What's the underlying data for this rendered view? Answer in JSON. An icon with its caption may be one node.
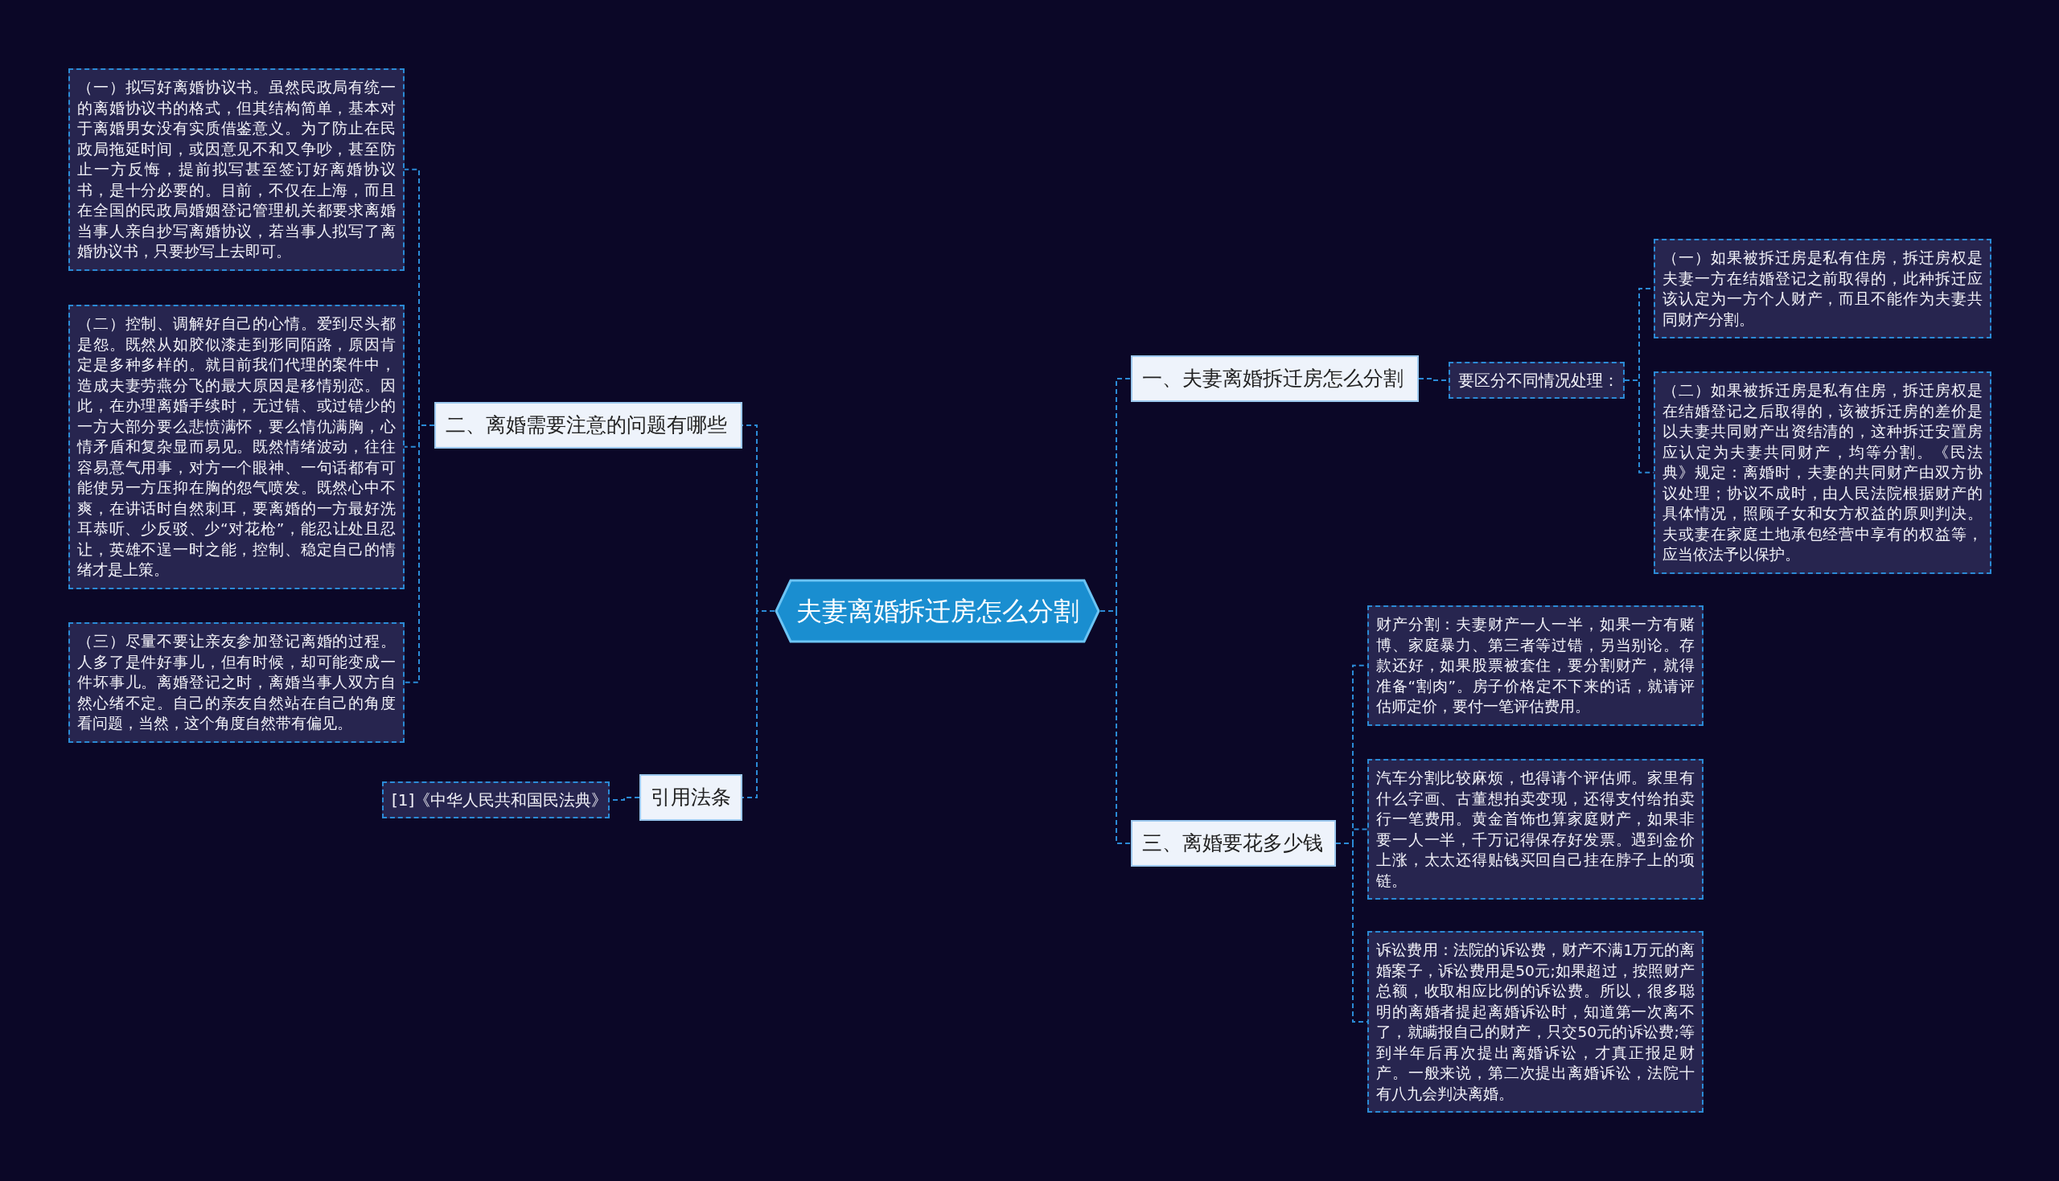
{
  "diagram": {
    "nodes": [
      {
        "text": [
          "夫妻离婚拆迁房怎么分割"
        ]
      },
      {
        "text": [
          "一、夫妻离婚拆迁房怎么分割"
        ]
      },
      {
        "text": [
          "要区分不同情况处理："
        ]
      },
      {
        "text": [
          "（一）如果被拆迁房是私有住房，拆迁房权是夫妻一方在结婚登记之前取得的，此种拆迁应该认定为一方个人财产，而且不能作为夫妻共同财产分割。"
        ]
      },
      {
        "text": [
          "（二）如果被拆迁房是私有住房，拆迁房权是在结婚登记之后取得的，该被拆迁房的差价是以夫妻共同财产出资结清的，这种拆迁安置房应认定为夫妻共同财产，均等分割。《民法典》规定：离婚时，夫妻的共同财产由双方协议处理；协议不成时，由人民法院根据财产的具体情况，照顾子女和女方权益的原则判决。夫或妻在家庭土地承包经营中享有的权益等，应当依法予以保护。"
        ]
      },
      {
        "text": [
          "二、离婚需要注意的问题有哪些"
        ]
      },
      {
        "text": [
          "（一）拟写好离婚协议书。虽然民政局有统一的离婚协议书的格式，但其结构简单，基本对于离婚男女没有实质借鉴意义。为了防止在民政局拖延时间，或因意见不和又争吵，甚至防止一方反悔，提前拟写甚至签订好离婚协议书，是十分必要的。目前，不仅在上海，而且在全国的民政局婚姻登记管理机关都要求离婚当事人亲自抄写离婚协议，若当事人拟写了离婚协议书，只要抄写上去即可。"
        ]
      },
      {
        "text": [
          "（二）控制、调解好自己的心情。爱到尽头都是怨。既然从如胶似漆走到形同陌路，原因肯定是多种多样的。就目前我们代理的案件中，造成夫妻劳燕分飞的最大原因是移情别恋。因此，在办理离婚手续时，无过错、或过错少的一方大部分要么悲愤满怀，要么情仇满胸，心情矛盾和复杂显而易见。既然情绪波动，往往容易意气用事，对方一个眼神、一句话都有可能使另一方压抑在胸的怨气喷发。既然心中不爽，在讲话时自然刺耳，要离婚的一方最好洗耳恭听、少反驳、少“对花枪”，能忍让处且忍让，英雄不逞一时之能，控制、稳定自己的情绪才是上策。"
        ]
      },
      {
        "text": [
          "（三）尽量不要让亲友参加登记离婚的过程。人多了是件好事儿，但有时候，却可能变成一件坏事儿。离婚登记之时，离婚当事人双方自然心绪不定。自己的亲友自然站在自己的角度看问题，当然，这个角度自然带有偏见。"
        ]
      },
      {
        "text": [
          "引用法条"
        ]
      },
      {
        "text": [
          "[1]《中华人民共和国民法典》"
        ]
      },
      {
        "text": [
          "三、离婚要花多少钱"
        ]
      },
      {
        "text": [
          "财产分割：夫妻财产一人一半，如果一方有赌博、家庭暴力、第三者等过错，另当别论。存款还好，如果股票被套住，要分割财产，就得准备“割肉”。房子价格定不下来的话，就请评估师定价，要付一笔评估费用。"
        ]
      },
      {
        "text": [
          "汽车分割比较麻烦，也得请个评估师。家里有什么字画、古董想拍卖变现，还得支付给拍卖行一笔费用。黄金首饰也算家庭财产，如果非要一人一半，千万记得保存好发票。遇到金价上涨，太太还得贴钱买回自己挂在脖子上的项链。"
        ]
      },
      {
        "text": [
          "诉讼费用：法院的诉讼费，财产不满1万元的离婚案子，诉讼费用是50元;如果超过，按照财产总额，收取相应比例的诉讼费。所以，很多聪明的离婚者提起离婚诉讼时，知道第一次离不了，就瞒报自己的财产，只交50元的诉讼费;等到半年后再次提出离婚诉讼，才真正报足财产。一般来说，第二次提出离婚诉讼，法院十有八九会判决离婚。"
        ]
      }
    ],
    "edges": [
      {
        "from": 0,
        "to": 1,
        "arrow": "none"
      },
      {
        "from": 1,
        "to": 2,
        "arrow": "none"
      },
      {
        "from": 2,
        "to": 3,
        "arrow": "none"
      },
      {
        "from": 2,
        "to": 4,
        "arrow": "none"
      },
      {
        "from": 0,
        "to": 5,
        "arrow": "none"
      },
      {
        "from": 5,
        "to": 6,
        "arrow": "none"
      },
      {
        "from": 5,
        "to": 7,
        "arrow": "none"
      },
      {
        "from": 5,
        "to": 8,
        "arrow": "none"
      },
      {
        "from": 0,
        "to": 9,
        "arrow": "none"
      },
      {
        "from": 9,
        "to": 10,
        "arrow": "none"
      },
      {
        "from": 0,
        "to": 11,
        "arrow": "none"
      },
      {
        "from": 11,
        "to": 12,
        "arrow": "none"
      },
      {
        "from": 11,
        "to": 13,
        "arrow": "none"
      },
      {
        "from": 11,
        "to": 14,
        "arrow": "none"
      }
    ]
  }
}
